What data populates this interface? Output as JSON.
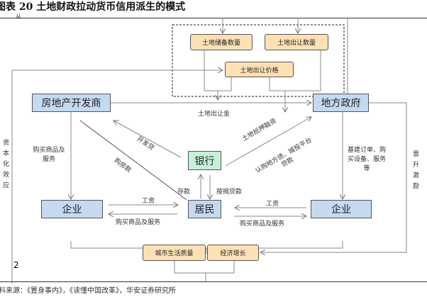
{
  "title": "图表 20 土地财政拉动货币信用派生的模式",
  "title_overlay": "从",
  "nodes": {
    "land_reserve": "土地储备数量",
    "land_transfer_qty": "土地出让数量",
    "land_price": "土地出让价格",
    "developer": "房地产开发商",
    "local_gov": "地方政府",
    "bank": "银行",
    "residents": "居民",
    "enterprise_left": "企业",
    "enterprise_right": "企业",
    "urban_quality": "城市生活质量",
    "growth": "经济增长"
  },
  "labels": {
    "land_fee": "土地出让金",
    "dev_loan": "开发贷",
    "home_payment": "购房款",
    "land_mortgage": "土地抵押融资",
    "bond_loans": "认购地方债、城投平台贷款",
    "buy_left": "购买商品及服务",
    "infra": "基建订单、购买设备、服务等",
    "deposit": "存款",
    "mortgage": "按揭贷款",
    "wage_left": "工资",
    "buy_goods_left": "购买商品及服务",
    "wage_right": "工资",
    "buy_goods_right": "购买商品及服务",
    "promotion": "晋升激励",
    "capitalization": "资本化效应",
    "page_marker": "2"
  },
  "source": "资料来源：《置身事内》，《读懂中国改革》，华安证券研究所"
}
